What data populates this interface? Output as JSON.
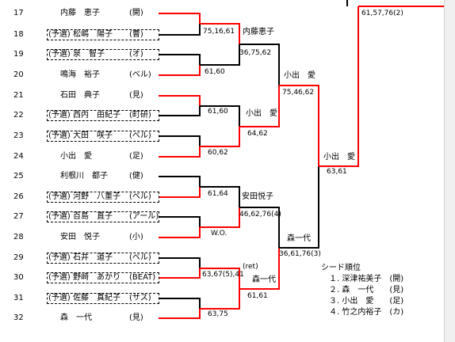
{
  "players": [
    {
      "num": "17",
      "qual": "",
      "name": "内藤　恵子",
      "club": "(開)",
      "boxed": false
    },
    {
      "num": "18",
      "qual": "(予選)",
      "name": "松嶋　陽子",
      "club": "(曹)",
      "boxed": true
    },
    {
      "num": "19",
      "qual": "(予選)",
      "name": "泉　智子",
      "club": "(オ)",
      "boxed": true
    },
    {
      "num": "20",
      "qual": "",
      "name": "鳴海　裕子",
      "club": "(ベル)",
      "boxed": false
    },
    {
      "num": "21",
      "qual": "",
      "name": "石田　典子",
      "club": "(見)",
      "boxed": false
    },
    {
      "num": "22",
      "qual": "(予選)",
      "name": "西内　由紀子",
      "club": "(町研)",
      "boxed": true
    },
    {
      "num": "23",
      "qual": "(予選)",
      "name": "大田　咲子",
      "club": "(ベル)",
      "boxed": true
    },
    {
      "num": "24",
      "qual": "",
      "name": "小出　愛",
      "club": "(足)",
      "boxed": false
    },
    {
      "num": "25",
      "qual": "",
      "name": "利根川　都子",
      "club": "(健)",
      "boxed": false
    },
    {
      "num": "26",
      "qual": "(予選)",
      "name": "河野　八重子",
      "club": "(ベル)",
      "boxed": true
    },
    {
      "num": "27",
      "qual": "(予選)",
      "name": "百島　直子",
      "club": "(アール)",
      "boxed": true
    },
    {
      "num": "28",
      "qual": "",
      "name": "安田　悦子",
      "club": "(小)",
      "boxed": false
    },
    {
      "num": "29",
      "qual": "(予選)",
      "name": "石井　道子",
      "club": "(ベル)",
      "boxed": true
    },
    {
      "num": "30",
      "qual": "(予選)",
      "name": "野崎　あかり",
      "club": "(BEAT)",
      "boxed": true
    },
    {
      "num": "31",
      "qual": "(予選)",
      "name": "佐藤　真紀子",
      "club": "(サス)",
      "boxed": true
    },
    {
      "num": "32",
      "qual": "",
      "name": "森　一代",
      "club": "(見)",
      "boxed": false
    }
  ],
  "scores": {
    "r1_m1": "75,16,61",
    "r1_m2": "61,60",
    "r1_m3": "61,60",
    "r1_m4": "60,62",
    "r1_m5": "61,64",
    "r1_m6": "W.O.",
    "r1_m7": "63,67(5),41",
    "r1_m7_note": "(ret)",
    "r1_m8": "63,75",
    "r2_m1": "36,75,62",
    "r2_m2": "64,62",
    "r2_m3": "46,62,76(4)",
    "r2_m4": "61,61",
    "r3_m1": "75,46,62",
    "r3_m2": "36,61,76(3)",
    "r4_m1": "63,61",
    "final": "61,57,76(2)"
  },
  "winners": {
    "r1_m1": "内藤恵子",
    "r2_m2": "小出　愛",
    "r2_m3": "安田悦子",
    "r2_m4": "森一代",
    "r3_m1": "小出　愛",
    "r3_m2": "森一代",
    "r4_m1": "小出　愛"
  },
  "seeds": {
    "title": "シード順位",
    "items": [
      "１. 深津祐美子　(開)",
      "２. 森　一代　　(見)",
      "３. 小出　愛　　(足)",
      "４. 竹之内裕子　(カ)"
    ]
  },
  "colors": {
    "win_line": "#ff0000",
    "lose_line": "#000000"
  }
}
